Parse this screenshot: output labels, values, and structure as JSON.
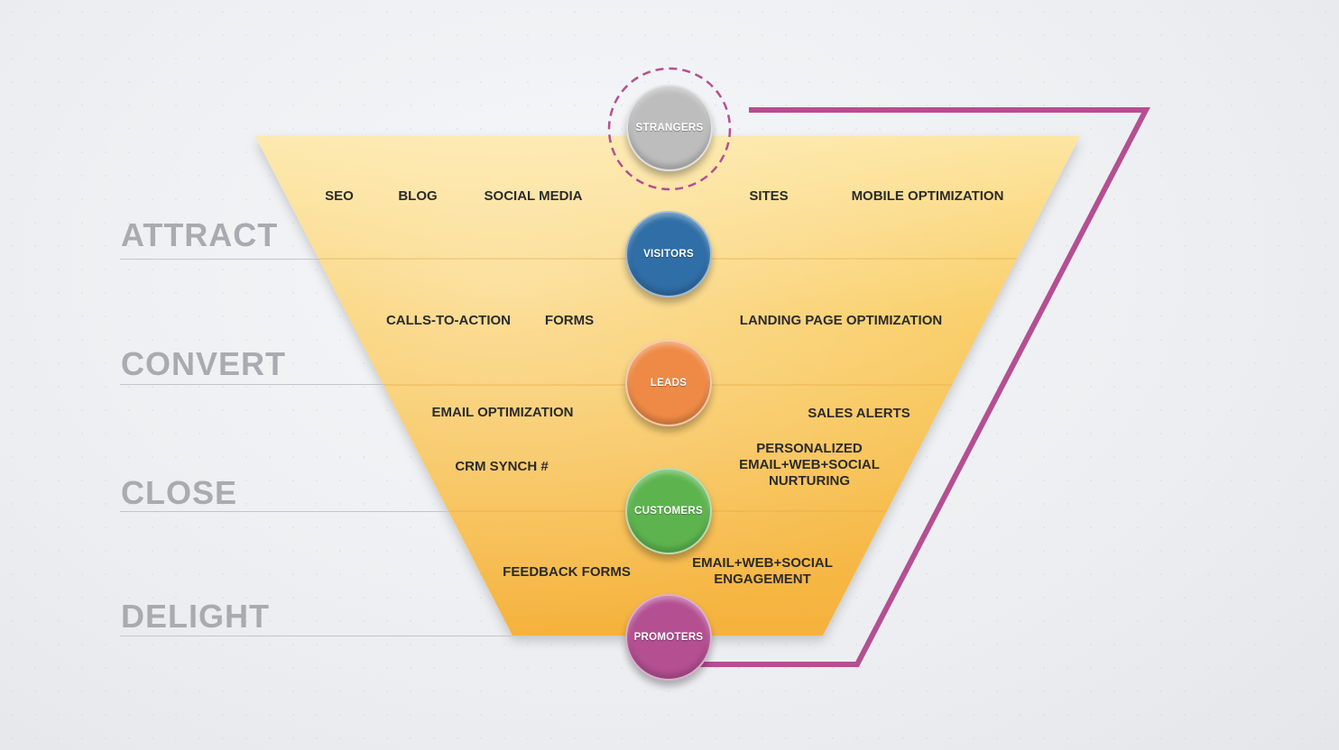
{
  "stages": [
    {
      "label": "ATTRACT"
    },
    {
      "label": "CONVERT"
    },
    {
      "label": "CLOSE"
    },
    {
      "label": "DELIGHT"
    }
  ],
  "nodes": [
    {
      "label": "STRANGERS",
      "color": "#bdbdbd"
    },
    {
      "label": "VISITORS",
      "color": "#2f6ea6"
    },
    {
      "label": "LEADS",
      "color": "#ee8a45"
    },
    {
      "label": "CUSTOMERS",
      "color": "#5db44e"
    },
    {
      "label": "PROMOTERS",
      "color": "#b44f92"
    }
  ],
  "tactics": {
    "attract": [
      "SEO",
      "BLOG",
      "SOCIAL MEDIA",
      "SITES",
      "MOBILE OPTIMIZATION"
    ],
    "convert": [
      "CALLS-TO-ACTION",
      "FORMS",
      "LANDING PAGE OPTIMIZATION"
    ],
    "close": [
      "EMAIL OPTIMIZATION",
      "SALES ALERTS",
      "CRM SYNCH #",
      "PERSONALIZED\nEMAIL+WEB+SOCIAL\nNURTURING"
    ],
    "delight": [
      "FEEDBACK FORMS",
      "EMAIL+WEB+SOCIAL\nENGAGEMENT"
    ]
  },
  "colors": {
    "funnel": "#f8c14a",
    "loop_line": "#b44f92",
    "stage_label": "#a8abb0"
  }
}
